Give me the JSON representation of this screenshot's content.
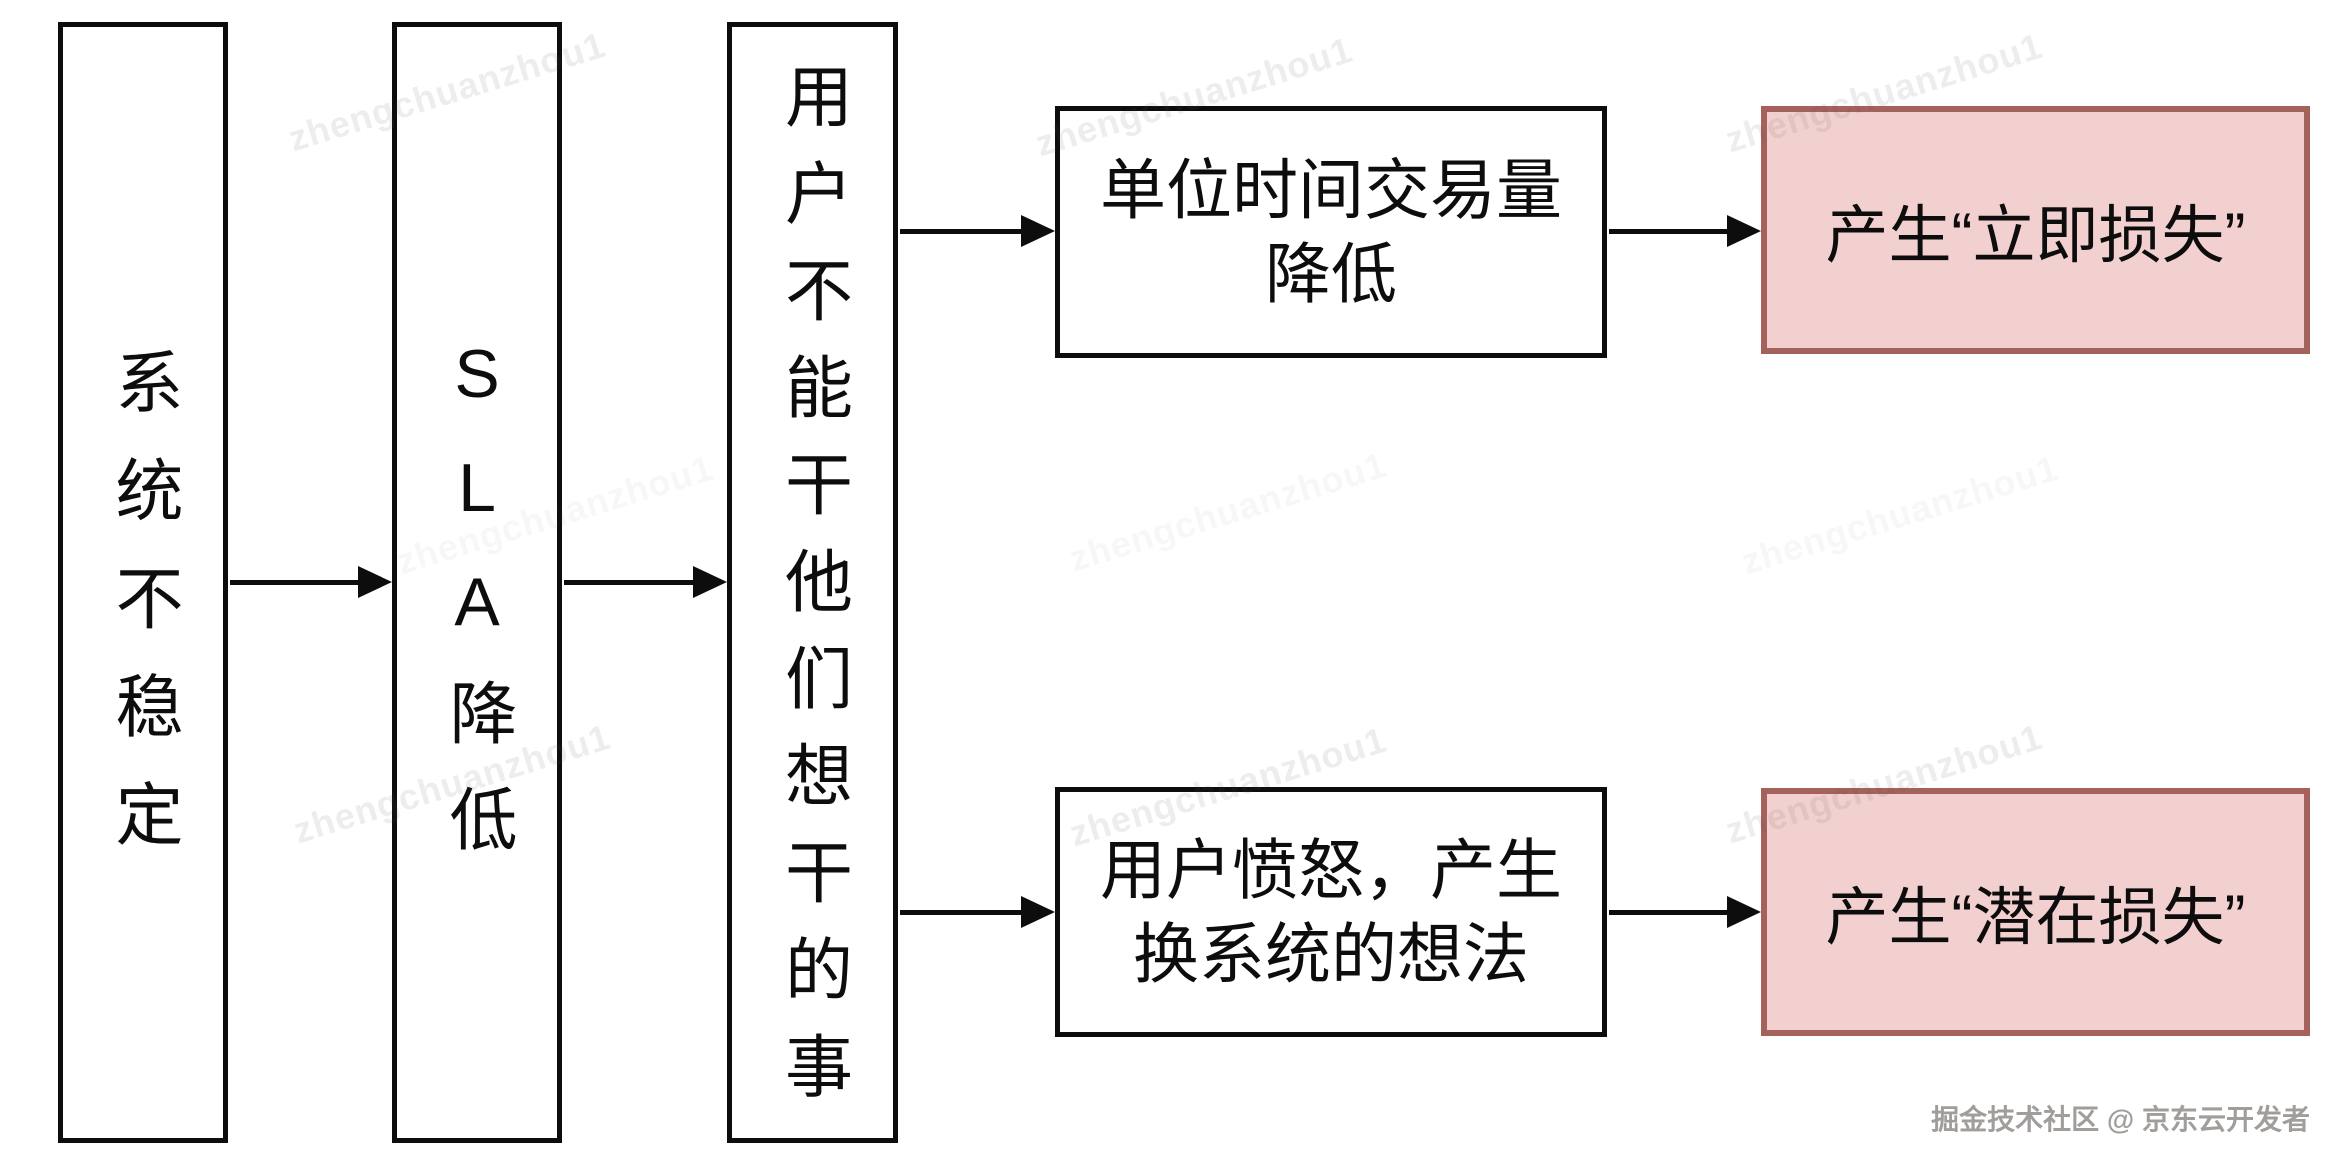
{
  "diagram": {
    "type": "flowchart",
    "background": "#ffffff",
    "colors": {
      "node_border": "#0d0d0d",
      "node_fill": "#ffffff",
      "highlight_fill": "#f2d0cf",
      "highlight_border": "#a5625d",
      "arrow": "#0d0d0d",
      "text": "#0d0d0d"
    },
    "nodes": {
      "system_unstable": {
        "label": "系统不稳定",
        "orientation": "vertical"
      },
      "sla_decrease": {
        "label": "SLA降低",
        "orientation": "vertical"
      },
      "user_blocked": {
        "label": "用户不能干他们想干的事",
        "orientation": "vertical"
      },
      "txn_drop": {
        "line1": "单位时间交易量",
        "line2": "降低"
      },
      "user_anger": {
        "line1": "用户愤怒，产生",
        "line2": "换系统的想法"
      },
      "immediate_loss": {
        "label": "产生“立即损失”",
        "highlight": true
      },
      "potential_loss": {
        "label": "产生“潜在损失”",
        "highlight": true
      }
    },
    "edges": [
      {
        "from": "system_unstable",
        "to": "sla_decrease"
      },
      {
        "from": "sla_decrease",
        "to": "user_blocked"
      },
      {
        "from": "user_blocked",
        "to": "txn_drop"
      },
      {
        "from": "user_blocked",
        "to": "user_anger"
      },
      {
        "from": "txn_drop",
        "to": "immediate_loss"
      },
      {
        "from": "user_anger",
        "to": "potential_loss"
      }
    ]
  },
  "watermark": {
    "text": "zhengchuanzhou1"
  },
  "credit": {
    "text": "掘金技术社区 @ 京东云开发者"
  }
}
